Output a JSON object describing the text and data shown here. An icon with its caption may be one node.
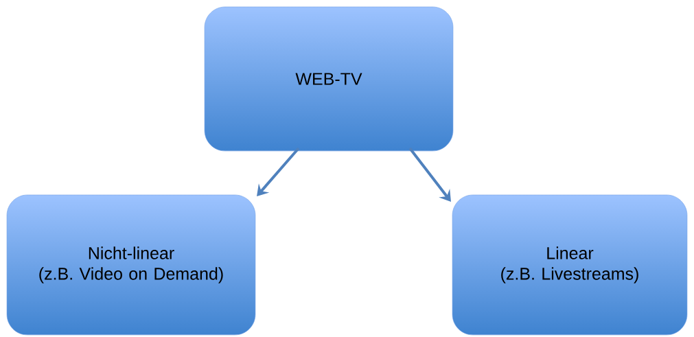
{
  "diagram": {
    "nodes": [
      {
        "text": [
          "WEB-TV"
        ]
      },
      {
        "text": [
          "Nicht-linear",
          "(z.B. Video on Demand)"
        ]
      },
      {
        "text": [
          "Linear",
          "(z.B. Livestreams)"
        ]
      }
    ],
    "edges": [
      {
        "from": 0,
        "to": 1,
        "arrow": "to"
      },
      {
        "from": 0,
        "to": 2,
        "arrow": "to"
      }
    ]
  }
}
